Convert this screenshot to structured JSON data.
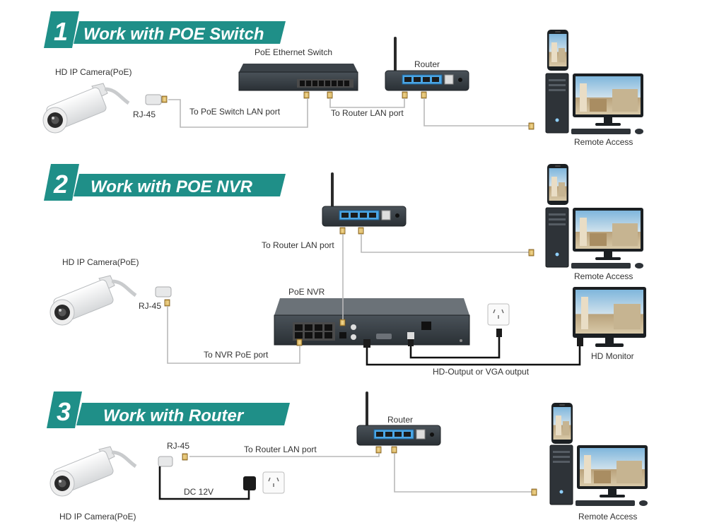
{
  "colors": {
    "banner_teal": "#1f8f88",
    "banner_dark": "#13655f",
    "device_dark": "#333a40",
    "port_blue": "#4aa6e6",
    "cable_grey": "#b9b9b9",
    "cable_black": "#111111"
  },
  "icons": {
    "camera": "bullet-camera-icon",
    "switch": "poe-switch-icon",
    "router": "wifi-router-icon",
    "nvr": "nvr-recorder-icon",
    "pc": "desktop-pc-icon",
    "phone": "smartphone-icon",
    "monitor": "hd-monitor-icon",
    "outlet": "power-outlet-icon",
    "adapter": "power-adapter-icon",
    "plug": "rj45-plug-icon"
  },
  "section1": {
    "number": "1",
    "title": "Work with POE Switch",
    "camera_label": "HD IP Camera(PoE)",
    "rj45_label": "RJ-45",
    "switch_label": "PoE Ethernet Switch",
    "router_label": "Router",
    "to_switch_label": "To PoE Switch LAN port",
    "to_router_label": "To Router LAN port",
    "remote_label": "Remote Access"
  },
  "section2": {
    "number": "2",
    "title": "Work with POE NVR",
    "camera_label": "HD IP Camera(PoE)",
    "rj45_label": "RJ-45",
    "to_router_label": "To Router LAN port",
    "nvr_label": "PoE NVR",
    "to_nvr_label": "To NVR PoE port",
    "output_label": "HD-Output or VGA output",
    "monitor_label": "HD Monitor",
    "remote_label": "Remote Access"
  },
  "section3": {
    "number": "3",
    "title": "Work with Router",
    "camera_label": "HD IP Camera(PoE)",
    "rj45_label": "RJ-45",
    "router_label": "Router",
    "to_router_label": "To Router LAN port",
    "dc_label": "DC 12V",
    "remote_label": "Remote Access"
  }
}
